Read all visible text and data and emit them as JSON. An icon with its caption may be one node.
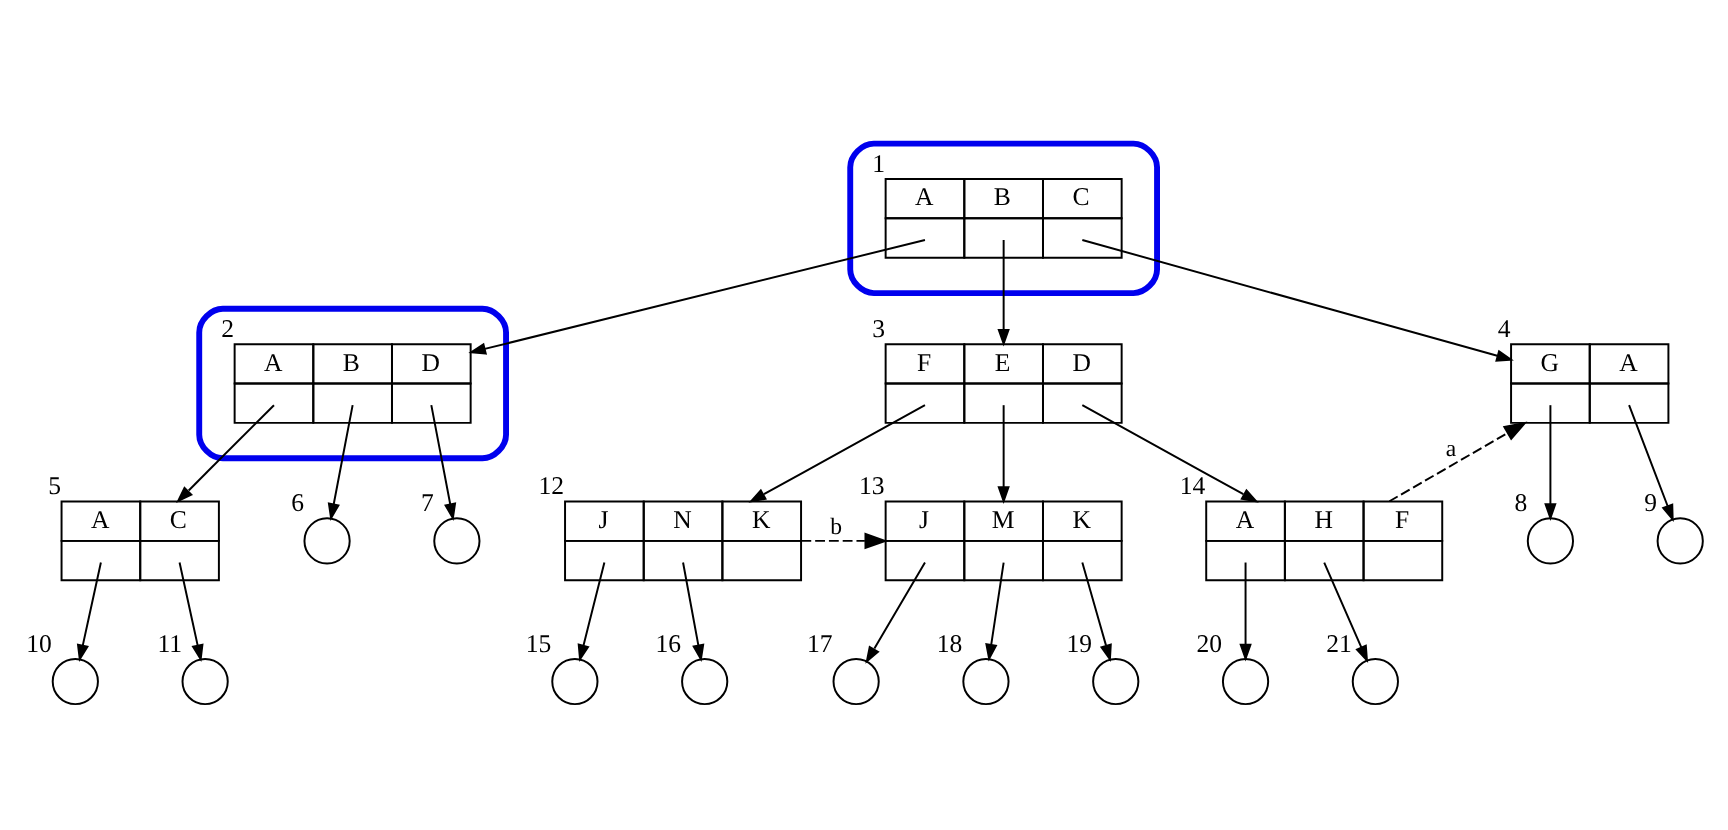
{
  "diagram": {
    "nodes": [
      {
        "text": [],
        "shape": "ellipse"
      },
      {
        "text": [
          "A",
          "B",
          "C"
        ],
        "beside": [
          "1"
        ],
        "in": 0
      },
      {
        "text": [],
        "shape": "ellipse"
      },
      {
        "text": [
          "A",
          "B",
          "D"
        ],
        "beside": [
          "2"
        ],
        "in": 2
      },
      {
        "text": [
          "F",
          "E",
          "D"
        ],
        "beside": [
          "3"
        ]
      },
      {
        "text": [
          "G",
          "A"
        ],
        "beside": [
          "4"
        ]
      },
      {
        "text": [
          "A",
          "C"
        ],
        "beside": [
          "5"
        ]
      },
      {
        "text": [],
        "shape": "circle",
        "beside": [
          "6"
        ]
      },
      {
        "text": [],
        "shape": "circle",
        "beside": [
          "7"
        ]
      },
      {
        "text": [],
        "shape": "circle",
        "beside": [
          "8"
        ]
      },
      {
        "text": [],
        "shape": "circle",
        "beside": [
          "9"
        ]
      },
      {
        "text": [],
        "shape": "circle",
        "beside": [
          "10"
        ]
      },
      {
        "text": [],
        "shape": "circle",
        "beside": [
          "11"
        ]
      },
      {
        "text": [
          "J",
          "N",
          "K"
        ],
        "beside": [
          "12"
        ]
      },
      {
        "text": [
          "J",
          "M",
          "K"
        ],
        "beside": [
          "13"
        ]
      },
      {
        "text": [
          "A",
          "H",
          "F"
        ],
        "beside": [
          "14"
        ]
      },
      {
        "text": [],
        "shape": "circle",
        "beside": [
          "15"
        ]
      },
      {
        "text": [],
        "shape": "circle",
        "beside": [
          "16"
        ]
      },
      {
        "text": [],
        "shape": "circle",
        "beside": [
          "17"
        ]
      },
      {
        "text": [],
        "shape": "circle",
        "beside": [
          "18"
        ]
      },
      {
        "text": [],
        "shape": "circle",
        "beside": [
          "19"
        ]
      },
      {
        "text": [],
        "shape": "circle",
        "beside": [
          "20"
        ]
      },
      {
        "text": [],
        "shape": "circle",
        "beside": [
          "21"
        ]
      }
    ],
    "edges": [
      {
        "from": 1,
        "to": 3,
        "arrow": "to"
      },
      {
        "from": 1,
        "to": 4,
        "arrow": "to"
      },
      {
        "from": 1,
        "to": 5,
        "arrow": "to"
      },
      {
        "from": 3,
        "to": 6,
        "arrow": "to"
      },
      {
        "from": 3,
        "to": 7,
        "arrow": "to"
      },
      {
        "from": 3,
        "to": 8,
        "arrow": "to"
      },
      {
        "from": 4,
        "to": 13,
        "arrow": "to"
      },
      {
        "from": 4,
        "to": 14,
        "arrow": "to"
      },
      {
        "from": 4,
        "to": 15,
        "arrow": "to"
      },
      {
        "from": 5,
        "to": 9,
        "arrow": "to"
      },
      {
        "from": 5,
        "to": 10,
        "arrow": "to"
      },
      {
        "from": 6,
        "to": 11,
        "arrow": "to"
      },
      {
        "from": 6,
        "to": 12,
        "arrow": "to"
      },
      {
        "from": 13,
        "to": 16,
        "arrow": "to"
      },
      {
        "from": 13,
        "to": 17,
        "arrow": "to"
      },
      {
        "from": 13,
        "to": 14,
        "arrow": "to",
        "label": "b",
        "style": "dashed"
      },
      {
        "from": 14,
        "to": 18,
        "arrow": "to"
      },
      {
        "from": 14,
        "to": 19,
        "arrow": "to"
      },
      {
        "from": 14,
        "to": 20,
        "arrow": "to"
      },
      {
        "from": 15,
        "to": 21,
        "arrow": "to"
      },
      {
        "from": 15,
        "to": 22,
        "arrow": "to"
      },
      {
        "from": 15,
        "to": 5,
        "arrow": "to",
        "label": "a",
        "style": "dashed"
      }
    ]
  }
}
